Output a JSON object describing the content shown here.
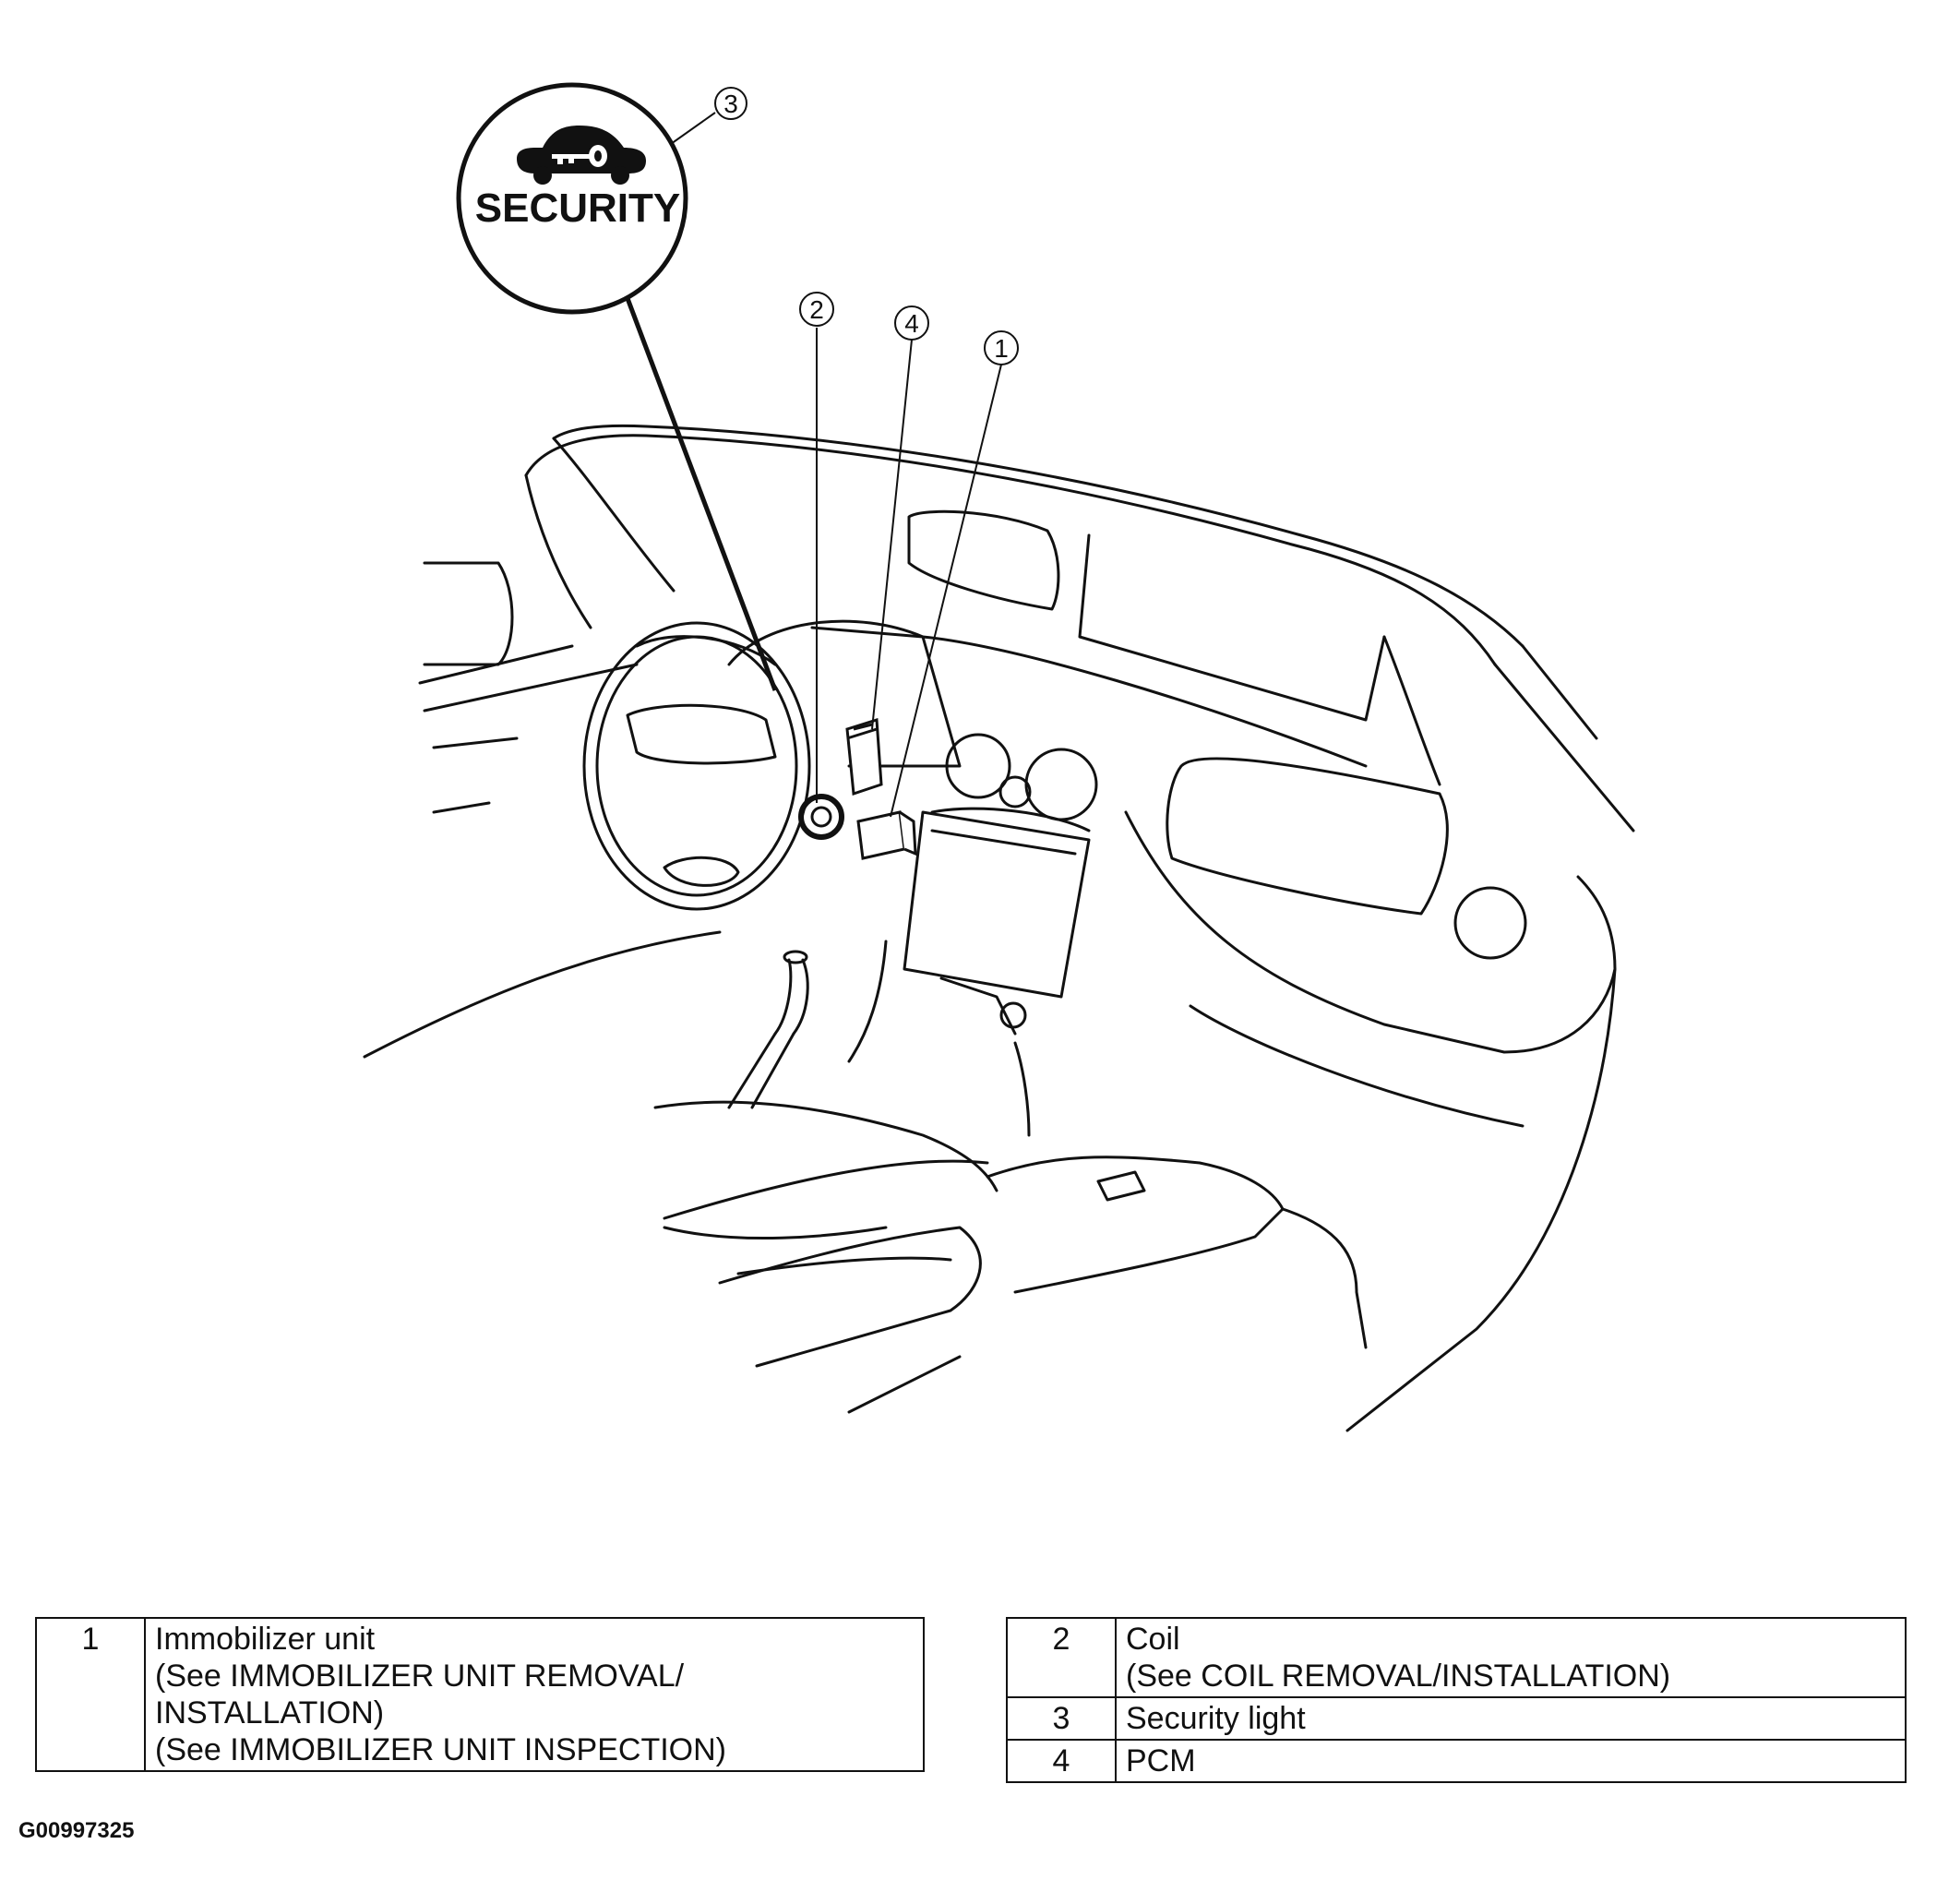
{
  "security_light": {
    "label": "SECURITY"
  },
  "callouts": [
    "1",
    "2",
    "3",
    "4"
  ],
  "legend_left": [
    {
      "num": "1",
      "lines": [
        "Immobilizer unit",
        "(See IMMOBILIZER UNIT REMOVAL/",
        "INSTALLATION)",
        "(See IMMOBILIZER UNIT INSPECTION)"
      ]
    }
  ],
  "legend_right": [
    {
      "num": "2",
      "lines": [
        "Coil",
        "(See COIL REMOVAL/INSTALLATION)"
      ]
    },
    {
      "num": "3",
      "lines": [
        "Security light"
      ]
    },
    {
      "num": "4",
      "lines": [
        "PCM"
      ]
    }
  ],
  "figure_id": "G00997325"
}
